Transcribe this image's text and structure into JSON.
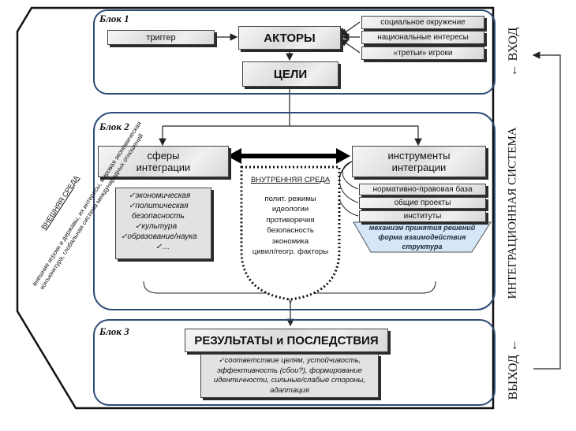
{
  "block1": {
    "title": "Блок 1",
    "trigger": "триггер",
    "actors": "АКТОРЫ",
    "goals": "ЦЕЛИ",
    "factors": [
      "социальное окружение",
      "национальные интересы",
      "«третьи» игроки"
    ]
  },
  "block2": {
    "title": "Блок 2",
    "spheres": {
      "title": "сферы интеграции",
      "items": [
        "экономическая",
        "политическая",
        "безопасность",
        "культура",
        "образование/наука",
        "…"
      ]
    },
    "tools": {
      "title": "инструменты интеграции",
      "items": [
        "нормативно-правовая база",
        "общие проекты",
        "институты"
      ],
      "mechanism": [
        "механизм принятия решений",
        "форма взаимодействия",
        "структура"
      ]
    },
    "internal": {
      "title": "ВНУТРЕННЯЯ СРЕДА",
      "items": [
        "полит. режимы",
        "идеологии",
        "противоречия",
        "безопасность",
        "экономика",
        "цивил/геогр. факторы"
      ]
    }
  },
  "block3": {
    "title": "Блок 3",
    "results": "РЕЗУЛЬТАТЫ и ПОСЛЕДСТВИЯ",
    "results_text": "✓соответствие целям, устойчивость, эффективность (сбои?), формирование идентичности, сильные/слабые стороны, адаптация"
  },
  "external": {
    "title": "ВНЕШНЯЯ СРЕДА",
    "line1": "внешние игроки и державы, их интересы, мировая экономическая",
    "line2": "конъюнктура, глобальная система международных отношений"
  },
  "side": {
    "input": "ВХОД",
    "system": "ИНТЕГРАЦИОННАЯ СИСТЕМА",
    "output": "ВЫХОД",
    "arrow": "←"
  }
}
